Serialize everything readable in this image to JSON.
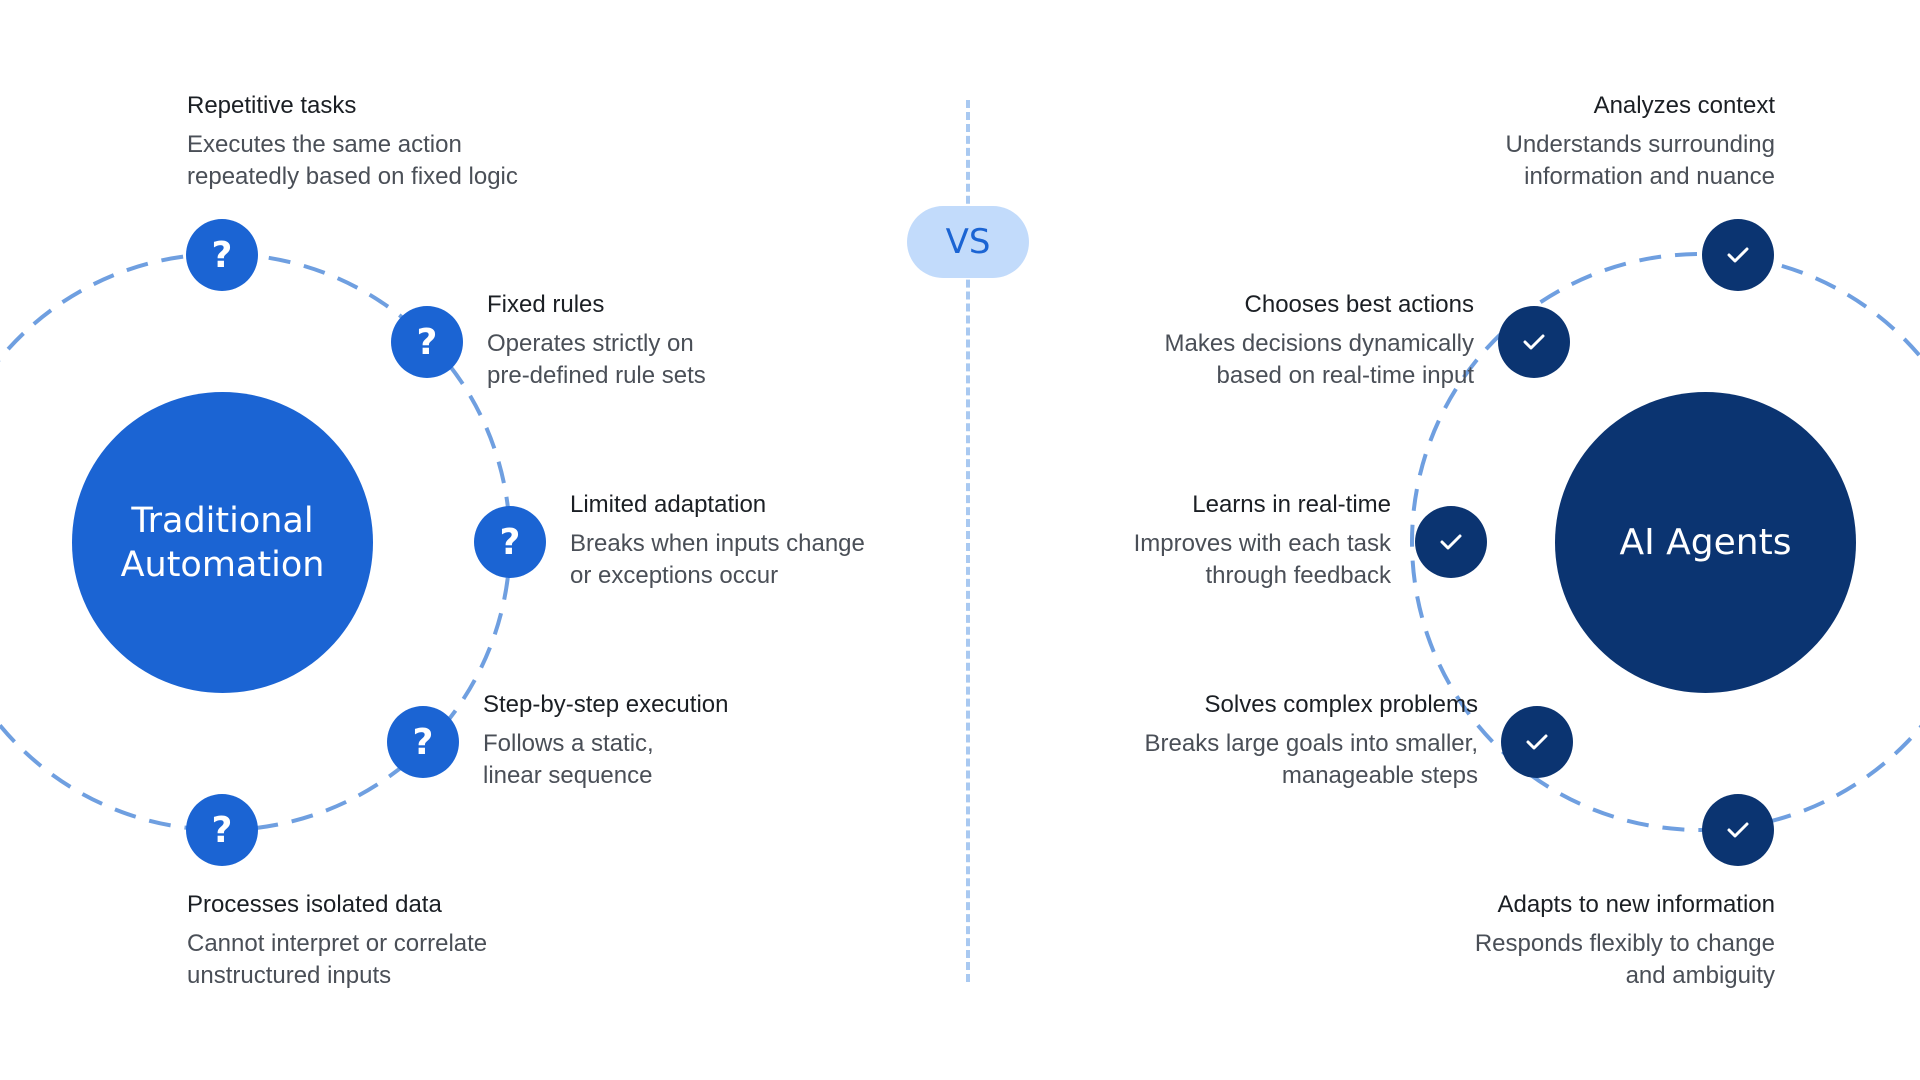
{
  "vs_label": "VS",
  "left": {
    "title": "Traditional\nAutomation",
    "icon": "question-mark",
    "color": "#1b64d3",
    "items": [
      {
        "title": "Repetitive tasks",
        "desc": "Executes the same action\nrepeatedly based on fixed logic"
      },
      {
        "title": "Fixed rules",
        "desc": "Operates strictly on\npre-defined rule sets"
      },
      {
        "title": "Limited adaptation",
        "desc": "Breaks when inputs change\nor exceptions occur"
      },
      {
        "title": "Step-by-step execution",
        "desc": "Follows a static,\nlinear sequence"
      },
      {
        "title": "Processes isolated data",
        "desc": "Cannot interpret or correlate\nunstructured inputs"
      }
    ]
  },
  "right": {
    "title": "AI Agents",
    "icon": "check-icon",
    "color": "#0b3471",
    "items": [
      {
        "title": "Analyzes context",
        "desc": "Understands surrounding\ninformation and nuance"
      },
      {
        "title": "Chooses best actions",
        "desc": "Makes decisions dynamically\nbased on real-time input"
      },
      {
        "title": "Learns in real-time",
        "desc": "Improves with each task\nthrough feedback"
      },
      {
        "title": "Solves complex problems",
        "desc": "Breaks large goals into smaller,\nmanageable steps"
      },
      {
        "title": "Adapts to new information",
        "desc": "Responds flexibly to change\nand ambiguity"
      }
    ]
  },
  "colors": {
    "dash": "#6f9fe0",
    "divider": "#a9c9f1",
    "vs_bg": "#c2dbfb"
  }
}
